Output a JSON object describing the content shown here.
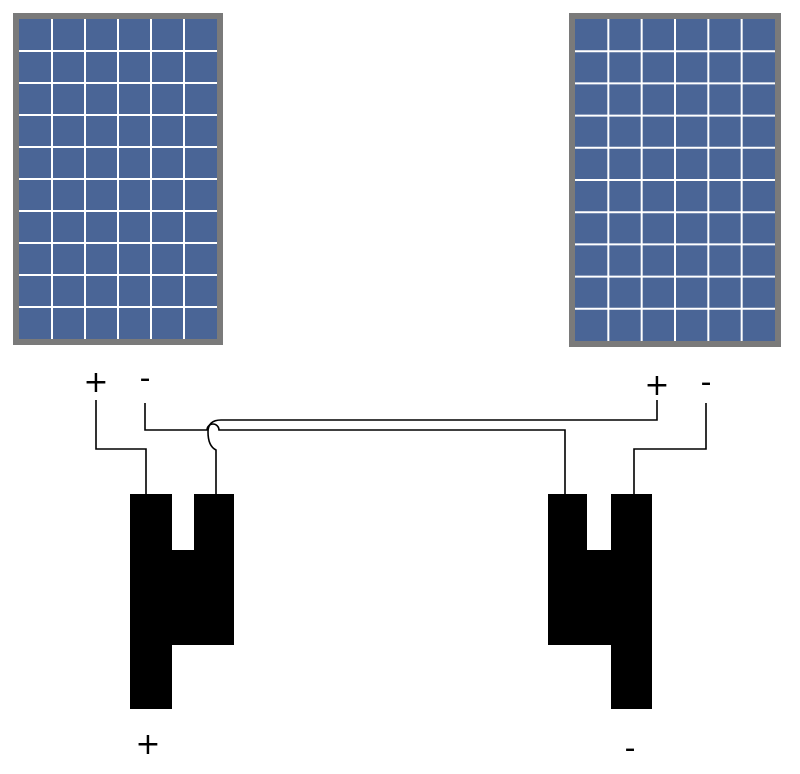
{
  "colors": {
    "panel_frame": "#7a7a7a",
    "panel_cell": "#4a6596",
    "panel_grid": "#ffffff",
    "connector": "#000000",
    "wire": "#000000"
  },
  "panels": {
    "left": {
      "rows": 10,
      "cols": 6,
      "plus_label": "+",
      "minus_label": "-"
    },
    "right": {
      "rows": 10,
      "cols": 6,
      "plus_label": "+",
      "minus_label": "-"
    }
  },
  "connectors": {
    "left": {
      "label": "+"
    },
    "right": {
      "label": "-"
    }
  }
}
